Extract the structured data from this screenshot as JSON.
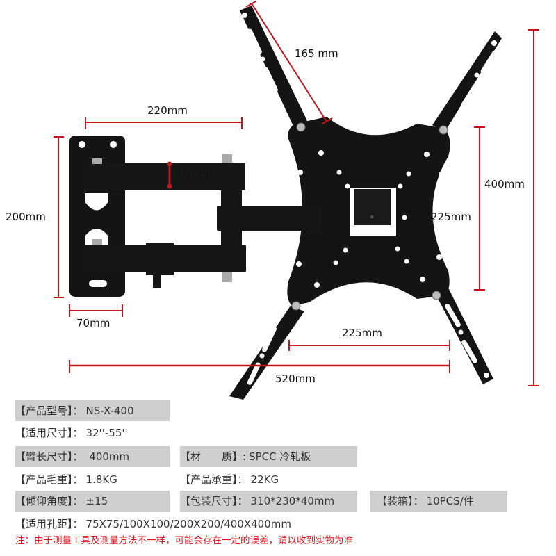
{
  "dimensions": {
    "arm_length_top": "220mm",
    "arm_thickness": "30mm",
    "wall_plate_height": "200mm",
    "wall_plate_width": "70mm",
    "tv_arm_length": "165 mm",
    "overall_height": "400mm",
    "plate_height": "225mm",
    "plate_width": "225mm",
    "overall_extension": "520mm"
  },
  "colors": {
    "dimension_line": "#c0141e",
    "bracket": "#111111",
    "spec_shade": "#cfcfcf",
    "note": "#e0141e"
  },
  "specs": [
    {
      "label": "【产品型号】",
      "sep": "：",
      "value": "NS-X-400",
      "shaded": true
    },
    {
      "label": "【适用尺寸】",
      "sep": "：",
      "value": "32''-55''",
      "shaded": false
    },
    {
      "label": "【臂长尺寸】",
      "sep": "：",
      "value": " 400mm",
      "shaded": true
    },
    {
      "label": "【材　　质】",
      "sep": ":",
      "value": "SPCC 冷轧板",
      "shaded": true
    },
    {
      "label": "【产品毛重】",
      "sep": "：",
      "value": "1.8KG",
      "shaded": false
    },
    {
      "label": "【产品承重】",
      "sep": "：",
      "value": "22KG",
      "shaded": false
    },
    {
      "label": "【倾仰角度】",
      "sep": "：",
      "value": "±15",
      "shaded": true
    },
    {
      "label": "【包装尺寸】",
      "sep": "：",
      "value": "310*230*40mm",
      "shaded": true
    },
    {
      "label": "【装箱】",
      "sep": "：",
      "value": "10PCS/件",
      "shaded": true
    },
    {
      "label": "【适用孔距】",
      "sep": "：",
      "value": "75X75/100X100/200X200/400X400mm",
      "shaded": false
    }
  ],
  "note": "注：由于测量工具及测量方法不一样，可能会存在一定的误差，请以收到实物为准"
}
